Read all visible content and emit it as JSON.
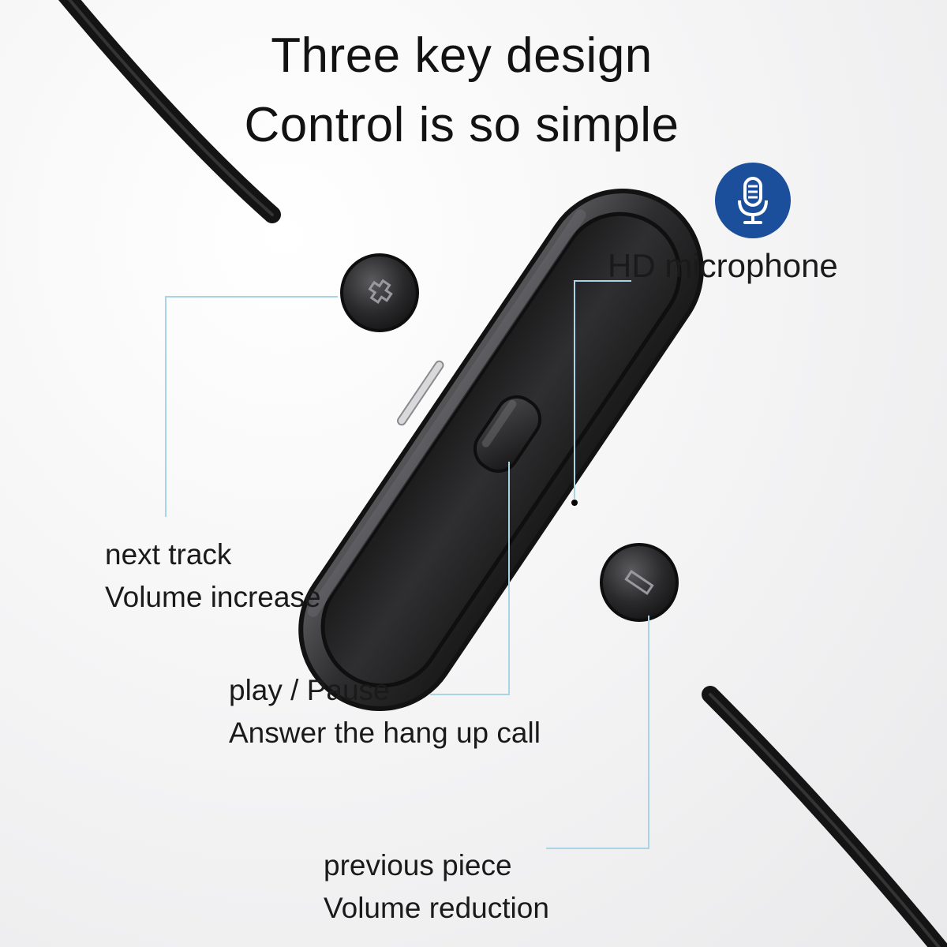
{
  "headline": {
    "line1": "Three key design",
    "line2": "Control is so simple"
  },
  "features": {
    "microphone": {
      "label": "HD microphone",
      "icon": "microphone-icon"
    },
    "next_track": {
      "line1": "next track",
      "line2": "Volume increase"
    },
    "play_pause": {
      "line1": "play / Pause",
      "line2": "Answer the hang up call"
    },
    "previous": {
      "line1": "previous piece",
      "line2": "Volume reduction"
    }
  },
  "colors": {
    "background": "#f4f4f5",
    "remote_body": "#2b2b2d",
    "badge": "#1b4f9c",
    "callout_line": "#a9d3e6"
  }
}
